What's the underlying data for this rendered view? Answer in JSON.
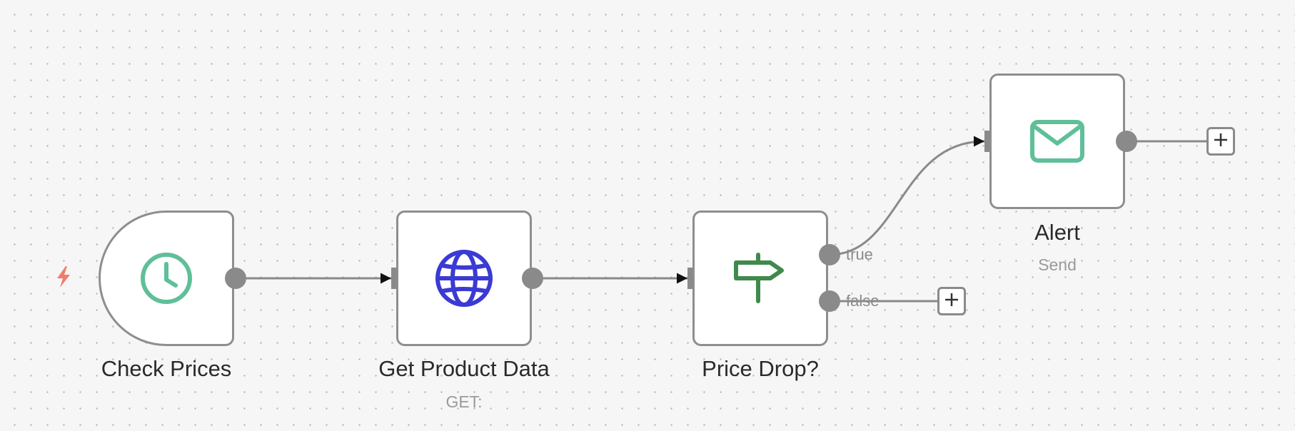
{
  "workflow": {
    "nodes": [
      {
        "id": "check-prices",
        "title": "Check Prices",
        "subtitle": "",
        "icon": "clock-icon",
        "icon_color": "#5fbf98"
      },
      {
        "id": "get-product-data",
        "title": "Get Product Data",
        "subtitle": "GET:",
        "icon": "globe-icon",
        "icon_color": "#3a3ad4"
      },
      {
        "id": "price-drop",
        "title": "Price Drop?",
        "subtitle": "",
        "icon": "signpost-icon",
        "icon_color": "#3f8a4c"
      },
      {
        "id": "alert",
        "title": "Alert",
        "subtitle": "Send",
        "icon": "envelope-icon",
        "icon_color": "#5fbf98"
      }
    ],
    "branches": {
      "true_label": "true",
      "false_label": "false"
    },
    "trigger_icon": "lightning-bolt-icon",
    "trigger_icon_color": "#ef7d6a",
    "add_icon": "plus-icon"
  }
}
